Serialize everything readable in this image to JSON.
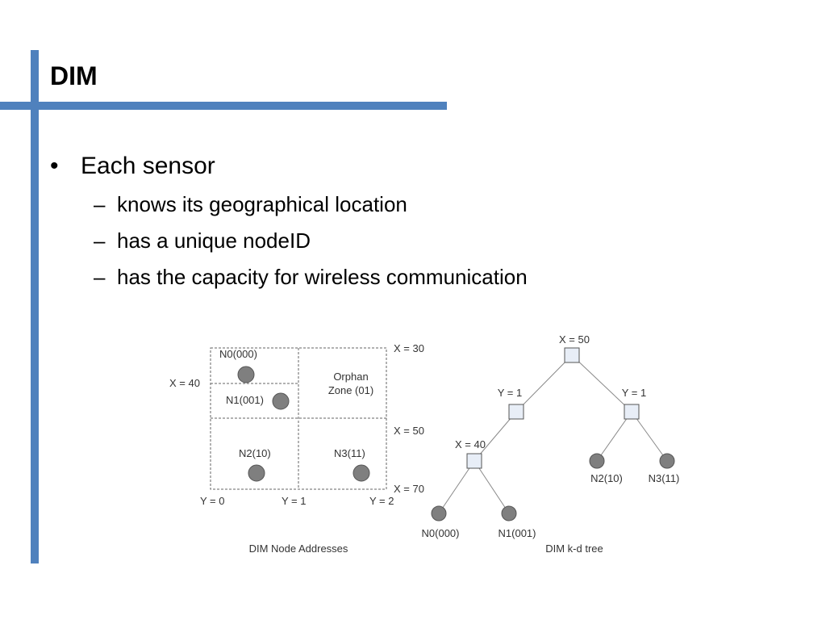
{
  "slide": {
    "title": "DIM",
    "accent_color": "#4F81BD"
  },
  "bullets": {
    "main": "Each sensor",
    "subs": [
      "knows its geographical location",
      "has a unique nodeID",
      "has the capacity for wireless communication"
    ]
  },
  "diagram": {
    "grid": {
      "caption": "DIM Node Addresses",
      "cells": {
        "n0": "N0(000)",
        "n1": "N1(001)",
        "n2": "N2(10)",
        "n3": "N3(11)",
        "orphan_line1": "Orphan",
        "orphan_line2": "Zone (01)"
      },
      "labels": {
        "x30": "X = 30",
        "x40": "X = 40",
        "x50": "X = 50",
        "x70": "X = 70",
        "y0": "Y = 0",
        "y1": "Y = 1",
        "y2": "Y = 2"
      }
    },
    "tree": {
      "caption": "DIM k-d tree",
      "nodes": {
        "root": "X = 50",
        "left": "Y = 1",
        "right": "Y = 1",
        "leftleft": "X = 40"
      },
      "leaves": {
        "n0": "N0(000)",
        "n1": "N1(001)",
        "n2": "N2(10)",
        "n3": "N3(11)"
      }
    },
    "colors": {
      "node_fill": "#E8EEF7",
      "node_stroke": "#555555",
      "leaf_fill": "#7F7F7F",
      "edge": "#888888",
      "grid_line": "#666666"
    }
  }
}
